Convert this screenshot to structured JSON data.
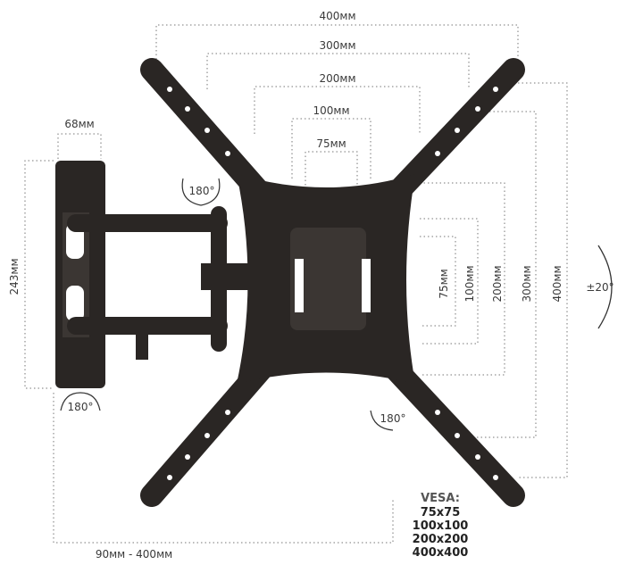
{
  "dimensions": {
    "top": [
      "400мм",
      "300мм",
      "200мм",
      "100мм",
      "75мм"
    ],
    "right": [
      "75мм",
      "100мм",
      "200мм",
      "300мм",
      "400мм"
    ],
    "wall_plate_width": "68мм",
    "wall_plate_height": "243мм",
    "extension": "90мм - 400мм"
  },
  "rotations": {
    "arm_top": "180°",
    "arm_bottom": "180°",
    "plate": "180°",
    "tilt": "±20°"
  },
  "vesa": {
    "title": "VESA:",
    "sizes": [
      "75x75",
      "100x100",
      "200x200",
      "400x400"
    ]
  },
  "colors": {
    "mount": "#2a2624",
    "dims": "#777777"
  }
}
